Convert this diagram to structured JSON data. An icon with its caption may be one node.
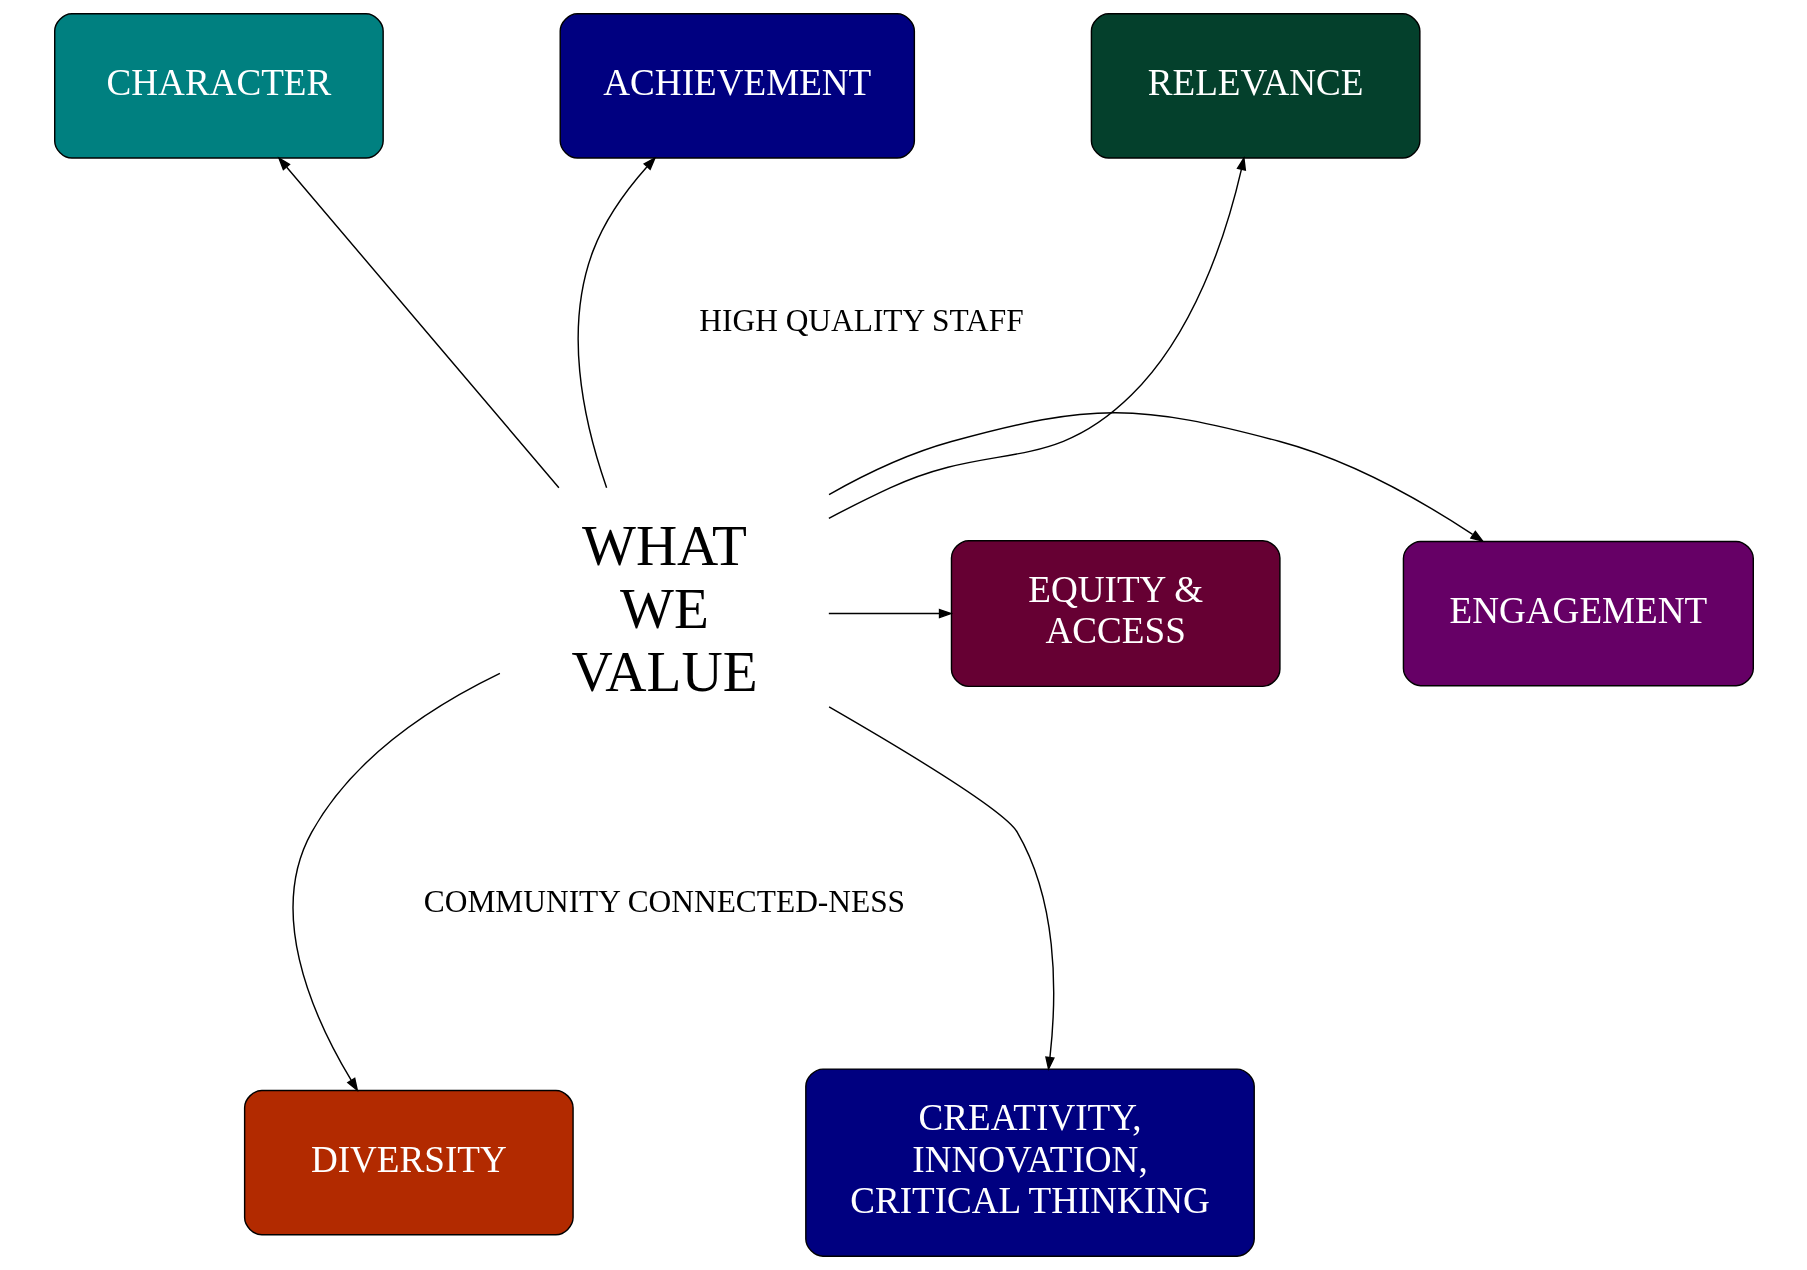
{
  "diagram": {
    "nodes": [
      {
        "text": [
          "CHARACTER"
        ]
      },
      {
        "text": [
          "ACHIEVEMENT"
        ]
      },
      {
        "text": [
          "RELEVANCE"
        ]
      },
      {
        "text": [
          "ENGAGEMENT"
        ]
      },
      {
        "text": [
          "WHAT WE VALUE"
        ]
      },
      {
        "text": [
          "EQUITY & ACCESS"
        ]
      },
      {
        "text": [
          "DIVERSITY"
        ]
      },
      {
        "text": [
          "CREATIVITY, INNOVATION, CRITICAL THINKING"
        ]
      }
    ],
    "edges": [
      {
        "from": 4,
        "to": 0,
        "arrow": "to"
      },
      {
        "from": 4,
        "to": 1,
        "arrow": "to"
      },
      {
        "from": 4,
        "to": 2,
        "arrow": "to"
      },
      {
        "from": 4,
        "to": 3,
        "arrow": "to"
      },
      {
        "from": 4,
        "to": 5,
        "arrow": "to"
      },
      {
        "from": 4,
        "to": 6,
        "arrow": "to"
      },
      {
        "from": 4,
        "to": 7,
        "arrow": "to"
      }
    ],
    "labels": [
      "HIGH QUALITY STAFF",
      "COMMUNITY CONNECTED-NESS"
    ]
  }
}
